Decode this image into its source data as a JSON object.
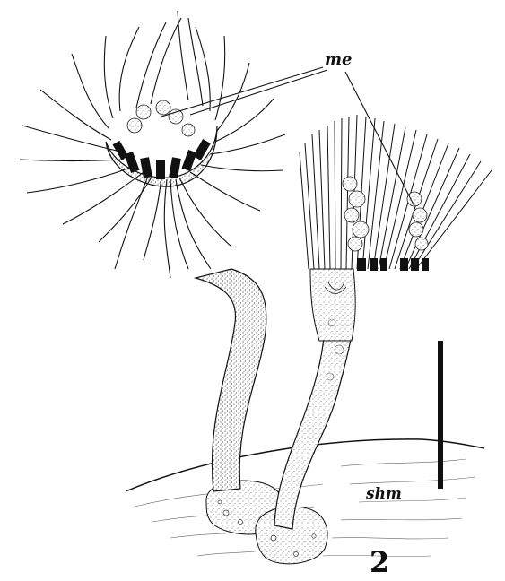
{
  "labels": {
    "me": "me",
    "shm": "shm",
    "figure_number": "2"
  },
  "colors": {
    "ink": "#111111",
    "stipple": "#555555",
    "paper": "#ffffff"
  }
}
